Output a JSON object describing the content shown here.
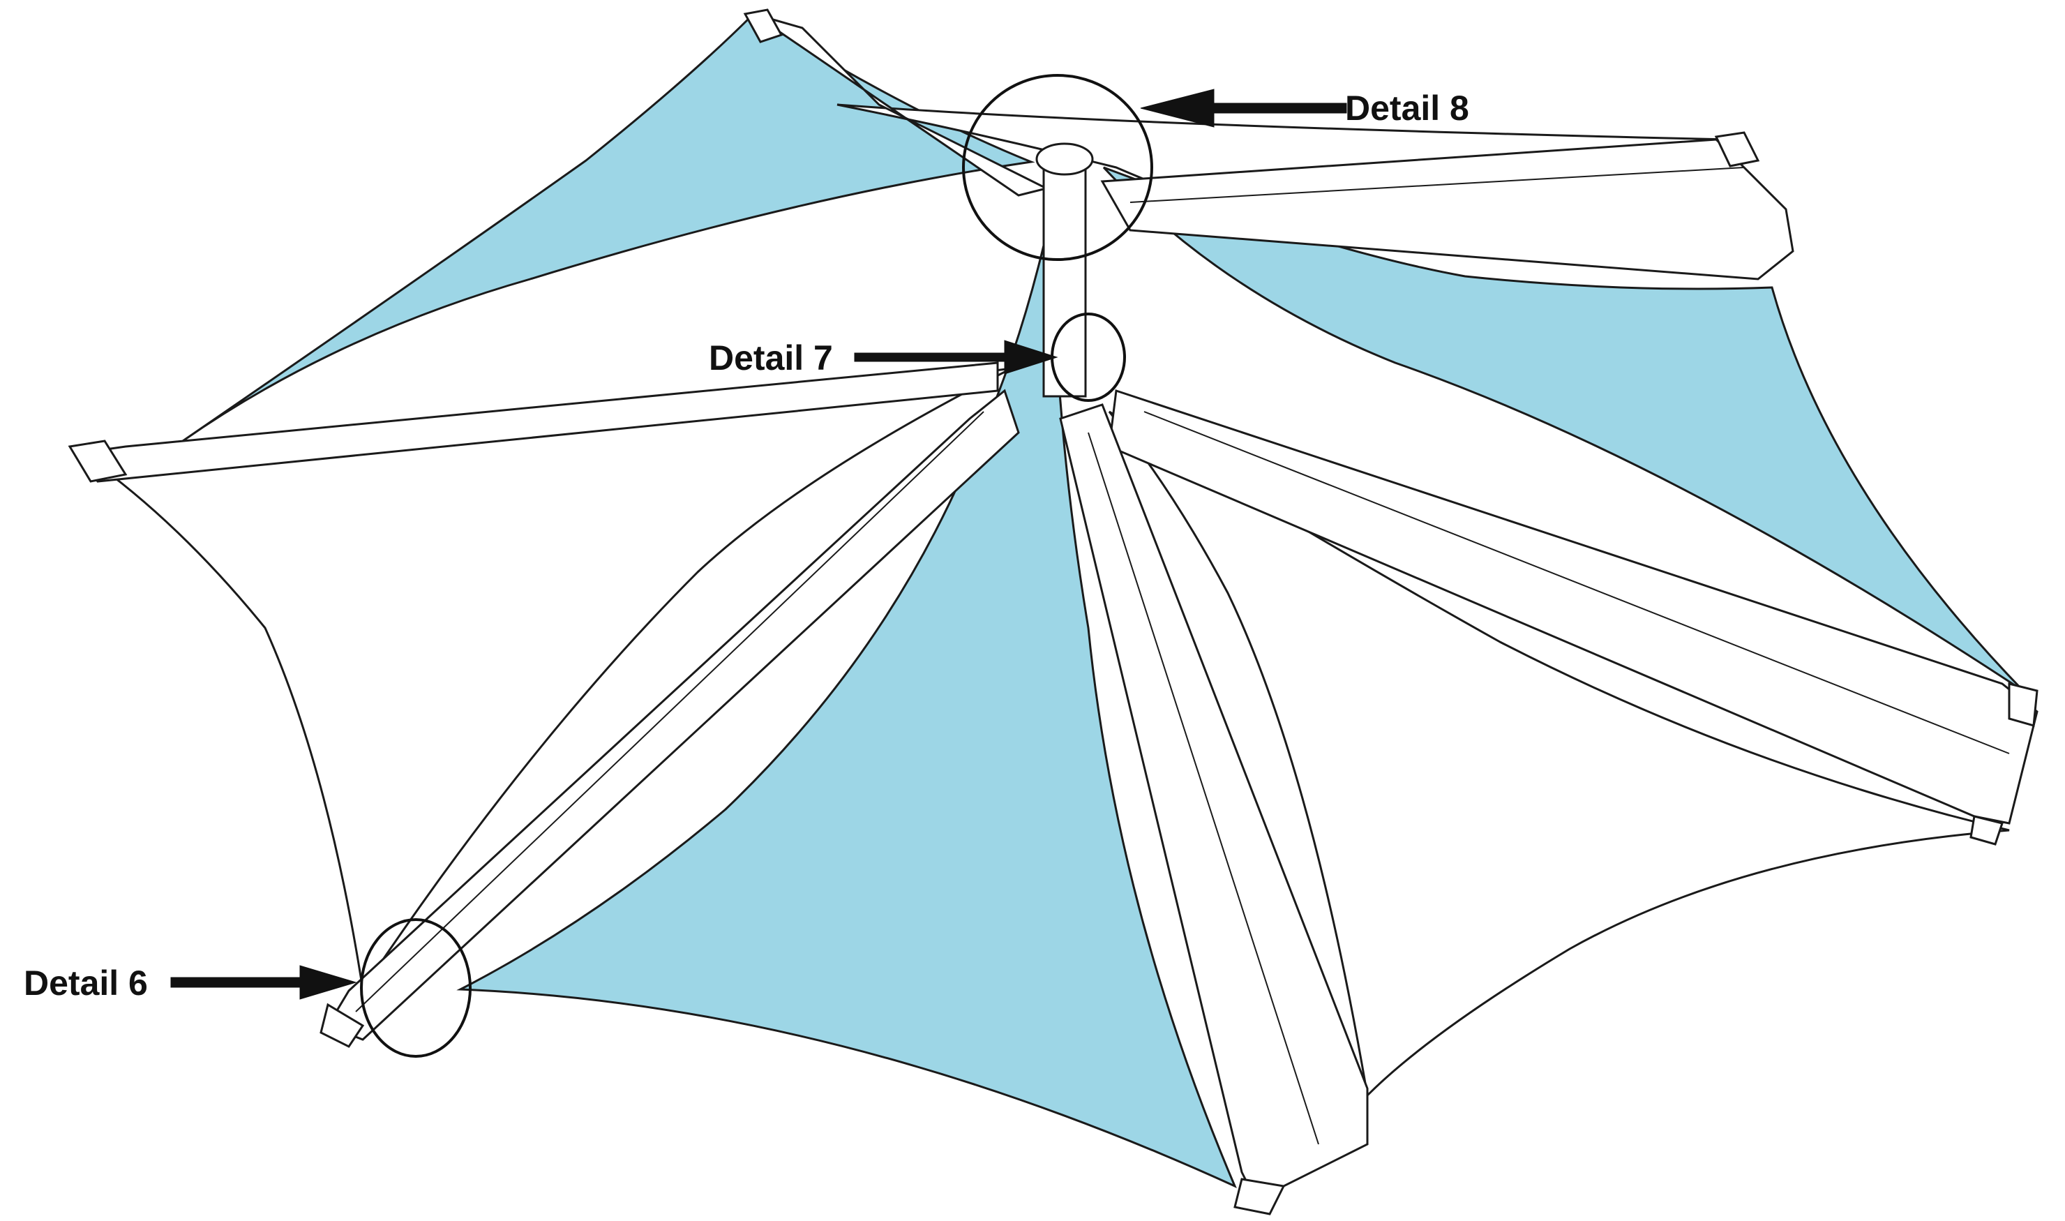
{
  "diagram": {
    "subject": "tension-membrane-umbrella-shade-structure",
    "colors": {
      "fabric_shaded": "#9dd6e6",
      "fabric_light": "#ffffff",
      "linework": "#1a1a1a",
      "callout": "#111111"
    },
    "callouts": [
      {
        "id": "detail-8",
        "label": "Detail 8"
      },
      {
        "id": "detail-7",
        "label": "Detail 7"
      },
      {
        "id": "detail-6",
        "label": "Detail 6"
      }
    ]
  }
}
